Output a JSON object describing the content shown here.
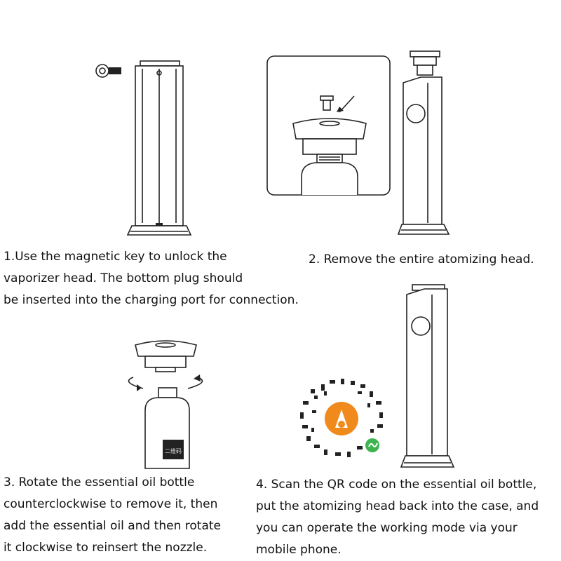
{
  "steps": [
    {
      "text": "1.Use the magnetic key to unlock the\nvaporizer head. The bottom plug should\nbe inserted into the charging port for connection."
    },
    {
      "text": "2. Remove the entire atomizing head."
    },
    {
      "text": "3. Rotate the essential oil bottle\ncounterclockwise to remove it, then\nadd the essential oil and then rotate\nit clockwise to reinsert the nozzle."
    },
    {
      "text": "4. Scan the QR code on the essential oil bottle,\nput the atomizing head back into the case, and\nyou can operate the working mode via your\nmobile phone."
    }
  ],
  "bottle_label": "二维码",
  "colors": {
    "qr_orange": "#f08a1c",
    "wechat_green": "#3fb34f",
    "line": "#222222"
  }
}
